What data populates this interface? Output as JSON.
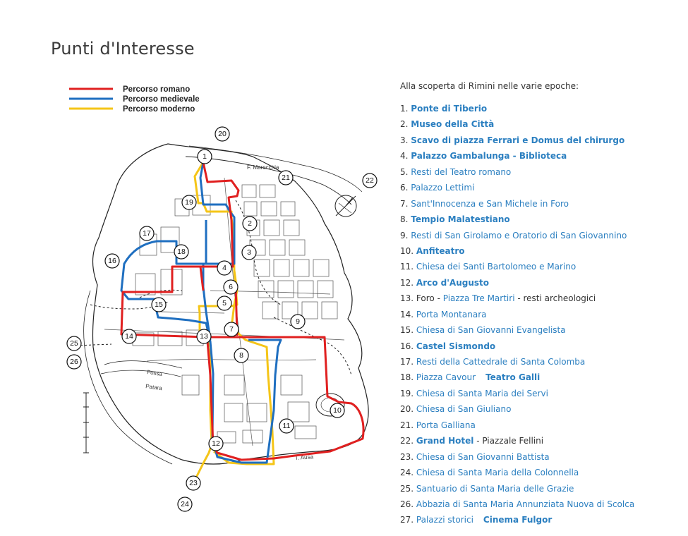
{
  "title": "Punti d'Interesse",
  "intro": "Alla scoperta di Rimini nelle varie epoche:",
  "legend": [
    {
      "label": "Percorso romano",
      "color": "#e02020"
    },
    {
      "label": "Percorso medievale",
      "color": "#1f6fc0"
    },
    {
      "label": "Percorso moderno",
      "color": "#f5c518"
    }
  ],
  "map_labels": {
    "river": "F. Marecchia",
    "fossa": "Fossa",
    "patara": "Patara",
    "mare": "T. Ausa"
  },
  "markers": [
    "1",
    "2",
    "3",
    "4",
    "5",
    "6",
    "7",
    "8",
    "9",
    "10",
    "11",
    "12",
    "13",
    "14",
    "15",
    "16",
    "17",
    "18",
    "19",
    "20",
    "21",
    "22",
    "23",
    "24",
    "25",
    "26"
  ],
  "pois": [
    {
      "n": "1.",
      "parts": [
        {
          "t": "Ponte di Tiberio",
          "k": "lb"
        }
      ]
    },
    {
      "n": "2.",
      "parts": [
        {
          "t": "Museo della Città",
          "k": "lb"
        }
      ]
    },
    {
      "n": "3.",
      "parts": [
        {
          "t": "Scavo di piazza Ferrari e Domus del chirurgo",
          "k": "lb"
        }
      ]
    },
    {
      "n": "4.",
      "parts": [
        {
          "t": "Palazzo Gambalunga - Biblioteca",
          "k": "lb"
        }
      ]
    },
    {
      "n": "5.",
      "parts": [
        {
          "t": "Resti del Teatro romano",
          "k": "l"
        }
      ]
    },
    {
      "n": "6.",
      "parts": [
        {
          "t": "Palazzo Lettimi",
          "k": "l"
        }
      ]
    },
    {
      "n": "7.",
      "parts": [
        {
          "t": "Sant'Innocenza e San Michele in Foro",
          "k": "l"
        }
      ]
    },
    {
      "n": "8.",
      "parts": [
        {
          "t": "Tempio Malatestiano",
          "k": "lb"
        }
      ]
    },
    {
      "n": "9.",
      "parts": [
        {
          "t": "Resti di San Girolamo e Oratorio di San Giovannino",
          "k": "l"
        }
      ]
    },
    {
      "n": "10.",
      "parts": [
        {
          "t": "Anfiteatro",
          "k": "lb"
        }
      ]
    },
    {
      "n": "11.",
      "parts": [
        {
          "t": "Chiesa dei Santi Bartolomeo e Marino",
          "k": "l"
        }
      ]
    },
    {
      "n": "12.",
      "parts": [
        {
          "t": "Arco d'Augusto",
          "k": "lb"
        }
      ]
    },
    {
      "n": "13.",
      "parts": [
        {
          "t": "Foro - ",
          "k": "p"
        },
        {
          "t": "Piazza Tre Martiri",
          "k": "l"
        },
        {
          "t": " - resti archeologici",
          "k": "p"
        }
      ]
    },
    {
      "n": "14.",
      "parts": [
        {
          "t": "Porta Montanara",
          "k": "l"
        }
      ]
    },
    {
      "n": "15.",
      "parts": [
        {
          "t": "Chiesa di San Giovanni Evangelista",
          "k": "l"
        }
      ]
    },
    {
      "n": "16.",
      "parts": [
        {
          "t": "Castel Sismondo",
          "k": "lb"
        }
      ]
    },
    {
      "n": "17.",
      "parts": [
        {
          "t": "Resti della Cattedrale di Santa Colomba",
          "k": "l"
        }
      ]
    },
    {
      "n": "18.",
      "parts": [
        {
          "t": "Piazza Cavour",
          "k": "l"
        },
        {
          "t": "",
          "k": "gap"
        },
        {
          "t": "Teatro Galli",
          "k": "lb"
        }
      ]
    },
    {
      "n": "19.",
      "parts": [
        {
          "t": "Chiesa di Santa Maria dei Servi",
          "k": "l"
        }
      ]
    },
    {
      "n": "20.",
      "parts": [
        {
          "t": "Chiesa di San Giuliano",
          "k": "l"
        }
      ]
    },
    {
      "n": "21.",
      "parts": [
        {
          "t": "Porta Galliana",
          "k": "l"
        }
      ]
    },
    {
      "n": "22.",
      "parts": [
        {
          "t": "Grand Hotel",
          "k": "lb"
        },
        {
          "t": " - Piazzale Fellini",
          "k": "p"
        }
      ]
    },
    {
      "n": "23.",
      "parts": [
        {
          "t": "Chiesa di San Giovanni Battista",
          "k": "l"
        }
      ]
    },
    {
      "n": "24.",
      "parts": [
        {
          "t": "Chiesa di Santa Maria della Colonnella",
          "k": "l"
        }
      ]
    },
    {
      "n": "25.",
      "parts": [
        {
          "t": "Santuario di Santa Maria delle Grazie",
          "k": "l"
        }
      ]
    },
    {
      "n": "26.",
      "parts": [
        {
          "t": "Abbazia di Santa Maria Annunziata Nuova di Scolca",
          "k": "l"
        }
      ]
    },
    {
      "n": "27.",
      "parts": [
        {
          "t": "Palazzi storici",
          "k": "l"
        },
        {
          "t": "",
          "k": "gap"
        },
        {
          "t": "Cinema Fulgor",
          "k": "lb"
        }
      ]
    }
  ]
}
